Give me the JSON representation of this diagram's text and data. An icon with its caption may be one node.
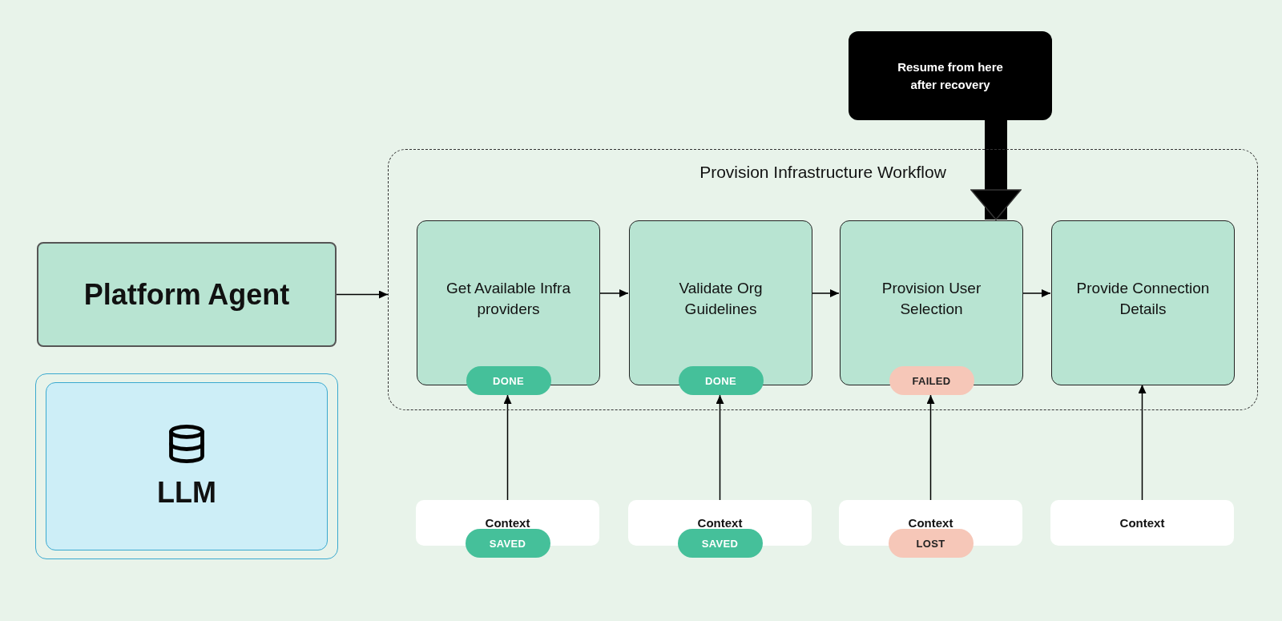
{
  "diagram": {
    "nodes": [
      {
        "text": [
          "Resume from here after recovery"
        ]
      },
      {
        "text": [
          "Provision Infrastructure Workflow"
        ]
      },
      {
        "text": [
          "Get Available Infra providers",
          "DONE"
        ],
        "in": 1
      },
      {
        "text": [
          "Validate Org Guidelines",
          "DONE"
        ],
        "in": 1
      },
      {
        "text": [
          "Provision User Selection",
          "FAILED"
        ],
        "in": 1
      },
      {
        "text": [
          "Provide Connection Details"
        ],
        "in": 1
      },
      {
        "text": [
          "Platform Agent"
        ]
      },
      {
        "text": [
          "LLM"
        ]
      },
      {
        "text": [
          "Context",
          "SAVED"
        ]
      },
      {
        "text": [
          "Context",
          "SAVED"
        ]
      },
      {
        "text": [
          "Context",
          "LOST"
        ]
      },
      {
        "text": [
          "Context"
        ]
      }
    ],
    "edges": [
      {
        "from": 0,
        "to": 4,
        "arrow": "to",
        "style": "thick"
      },
      {
        "from": 6,
        "to": 1,
        "arrow": "to"
      },
      {
        "from": 2,
        "to": 3,
        "arrow": "to"
      },
      {
        "from": 3,
        "to": 4,
        "arrow": "to"
      },
      {
        "from": 4,
        "to": 5,
        "arrow": "to"
      },
      {
        "from": 8,
        "to": 2,
        "arrow": "to"
      },
      {
        "from": 9,
        "to": 3,
        "arrow": "to"
      },
      {
        "from": 10,
        "to": 4,
        "arrow": "to"
      },
      {
        "from": 11,
        "to": 5,
        "arrow": "to"
      }
    ]
  }
}
